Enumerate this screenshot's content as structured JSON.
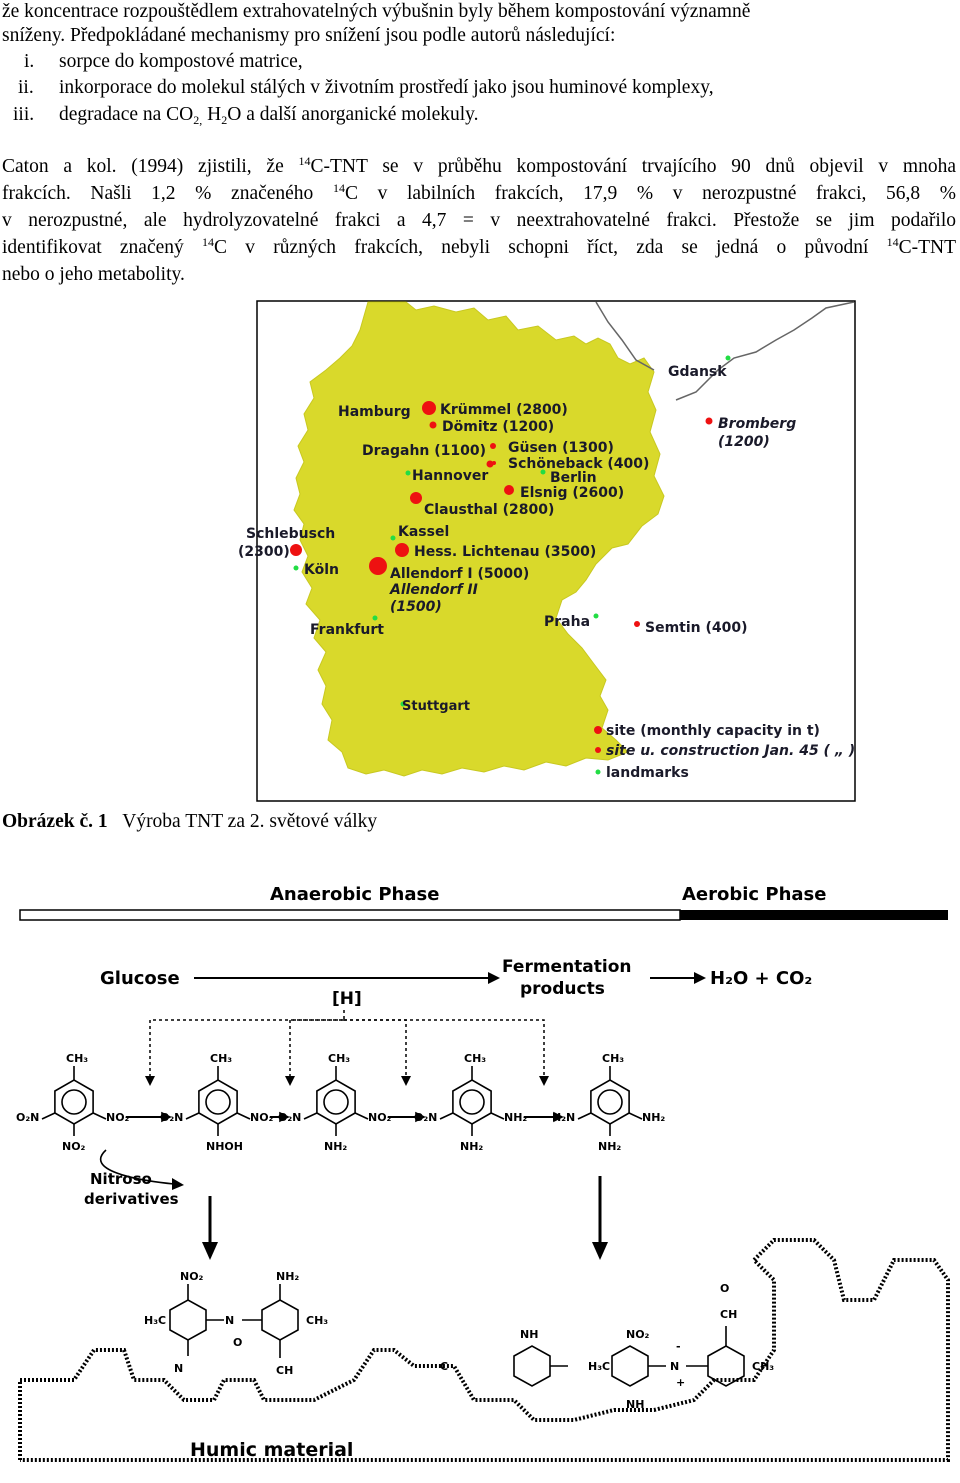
{
  "paragraph1": {
    "line1": "že koncentrace rozpouštědlem extrahovatelných výbušnin byly během kompostování významně",
    "line2": "sníženy. Předpokládané mechanismy pro snížení jsou podle autorů následující:"
  },
  "mechanisms": [
    {
      "num": "i.",
      "text": "sorpce do kompostové matrice,"
    },
    {
      "num": "ii.",
      "text": "inkorporace do molekul stálých v životním prostředí jako jsou huminové komplexy,"
    },
    {
      "num": "iii.",
      "text_a": "degradace na CO",
      "sub_a": "2,",
      "text_b": " H",
      "sub_b": "2",
      "text_c": "O a další anorganické molekuly."
    }
  ],
  "paragraph2": {
    "l1_a": "Caton a kol. (1994) zjistili, že ",
    "l1_sup": "14",
    "l1_b": "C-TNT se v průběhu kompostování trvajícího 90 dnů objevil v mnoha",
    "l2_a": "frakcích. Našli 1,2 % značeného ",
    "l2_sup": "14",
    "l2_b": "C v labilních frakcích, 17,9 % v nerozpustné frakci, 56,8 %",
    "l3": "v nerozpustné, ale hydrolyzovatelné frakci a 4,7 = v neextrahovatelné frakci. Přestože se jim podařilo",
    "l4_a": "identifikovat značený ",
    "l4_sup1": "14",
    "l4_b": "C v různých frakcích, nebyli schopni říct, zda se jedná o původní ",
    "l4_sup2": "14",
    "l4_c": "C-TNT",
    "l5": "nebo o jeho metabolity."
  },
  "map": {
    "labels": {
      "gdansk": "Gdansk",
      "hamburg": "Hamburg",
      "krummel": "Krümmel (2800)",
      "domitz": "Dömitz (1200)",
      "dragahn": "Dragahn (1100)",
      "gusen": "Güsen (1300)",
      "schonebeck": "Schöneback (400)",
      "hannover": "Hannover",
      "berlin": "Berlin",
      "elsnig": "Elsnig (2600)",
      "clausthal": "Clausthal (2800)",
      "kassel": "Kassel",
      "schlebusch": "Schlebusch",
      "schlebusch_cap": "(2300)",
      "koln": "Köln",
      "hess": "Hess. Lichtenau (3500)",
      "allendorf1": "Allendorf I (5000)",
      "allendorf2": "Allendorf II",
      "allendorf2_cap": "(1500)",
      "frankfurt": "Frankfurt",
      "praha": "Praha",
      "semtin": "Semtin (400)",
      "stuttgart": "Stuttgart",
      "bromberg": "Bromberg",
      "bromberg_cap": "(1200)"
    },
    "legend": {
      "site": "site (monthly capacity in t)",
      "construction": "site u. construction Jan. 45 (  „ )",
      "landmarks": "landmarks"
    },
    "colors": {
      "land": "#d9d92b",
      "site": "#ee1111",
      "landmark": "#22dd44"
    }
  },
  "caption": {
    "bold": "Obrázek č. 1",
    "text": "Výroba TNT za 2. světové války"
  },
  "diagram": {
    "anaerobic": "Anaerobic Phase",
    "aerobic": "Aerobic Phase",
    "glucose": "Glucose",
    "h": "[H]",
    "fermentation_1": "Fermentation",
    "fermentation_2": "products",
    "h2o": "H₂O + CO₂",
    "nitroso_1": "Nitroso",
    "nitroso_2": "derivatives",
    "humic": "Humic material",
    "mol_ch3": "CH₃",
    "mol_no2": "NO₂",
    "mol_o2n": "O₂N",
    "mol_nhoh": "NHOH",
    "mol_nh2": "NH₂",
    "mol_h2n": "H₂N",
    "mol_h3c": "H₃C",
    "mol_nh": "NH",
    "mol_ch": "CH",
    "mol_cn": "C",
    "mol_n": "N",
    "mol_o": "O",
    "mol_minus": "-",
    "mol_plus": "+"
  }
}
